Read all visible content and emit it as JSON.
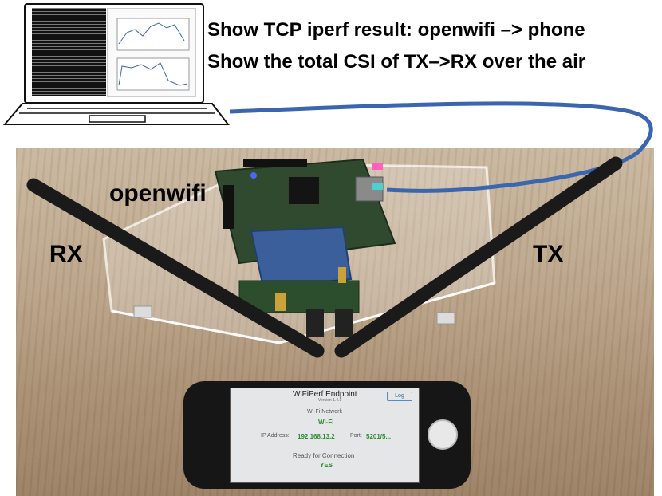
{
  "captions": {
    "line1": "Show TCP iperf result: openwifi –> phone",
    "line2": "Show the total CSI of TX–>RX over the air"
  },
  "labels": {
    "openwifi": "openwifi",
    "rx": "RX",
    "tx": "TX"
  },
  "phone_app": {
    "title": "WiFiPerf Endpoint",
    "version": "Version 1.4.1",
    "log_button": "Log",
    "network_label": "Wi-Fi Network",
    "network_value": "Wi-Fi",
    "ip_label": "IP Address:",
    "ip_value": "192.168.13.2",
    "port_label": "Port:",
    "port_value": "5201/5...",
    "ready_label": "Ready for Connection",
    "ready_value": "YES"
  },
  "colors": {
    "cable": "#3a66b0",
    "board_green": "#2f4a2e",
    "adi_board_blue": "#3a5f9a",
    "antenna": "#1a1a1a",
    "status_green": "#2e8b2e"
  }
}
